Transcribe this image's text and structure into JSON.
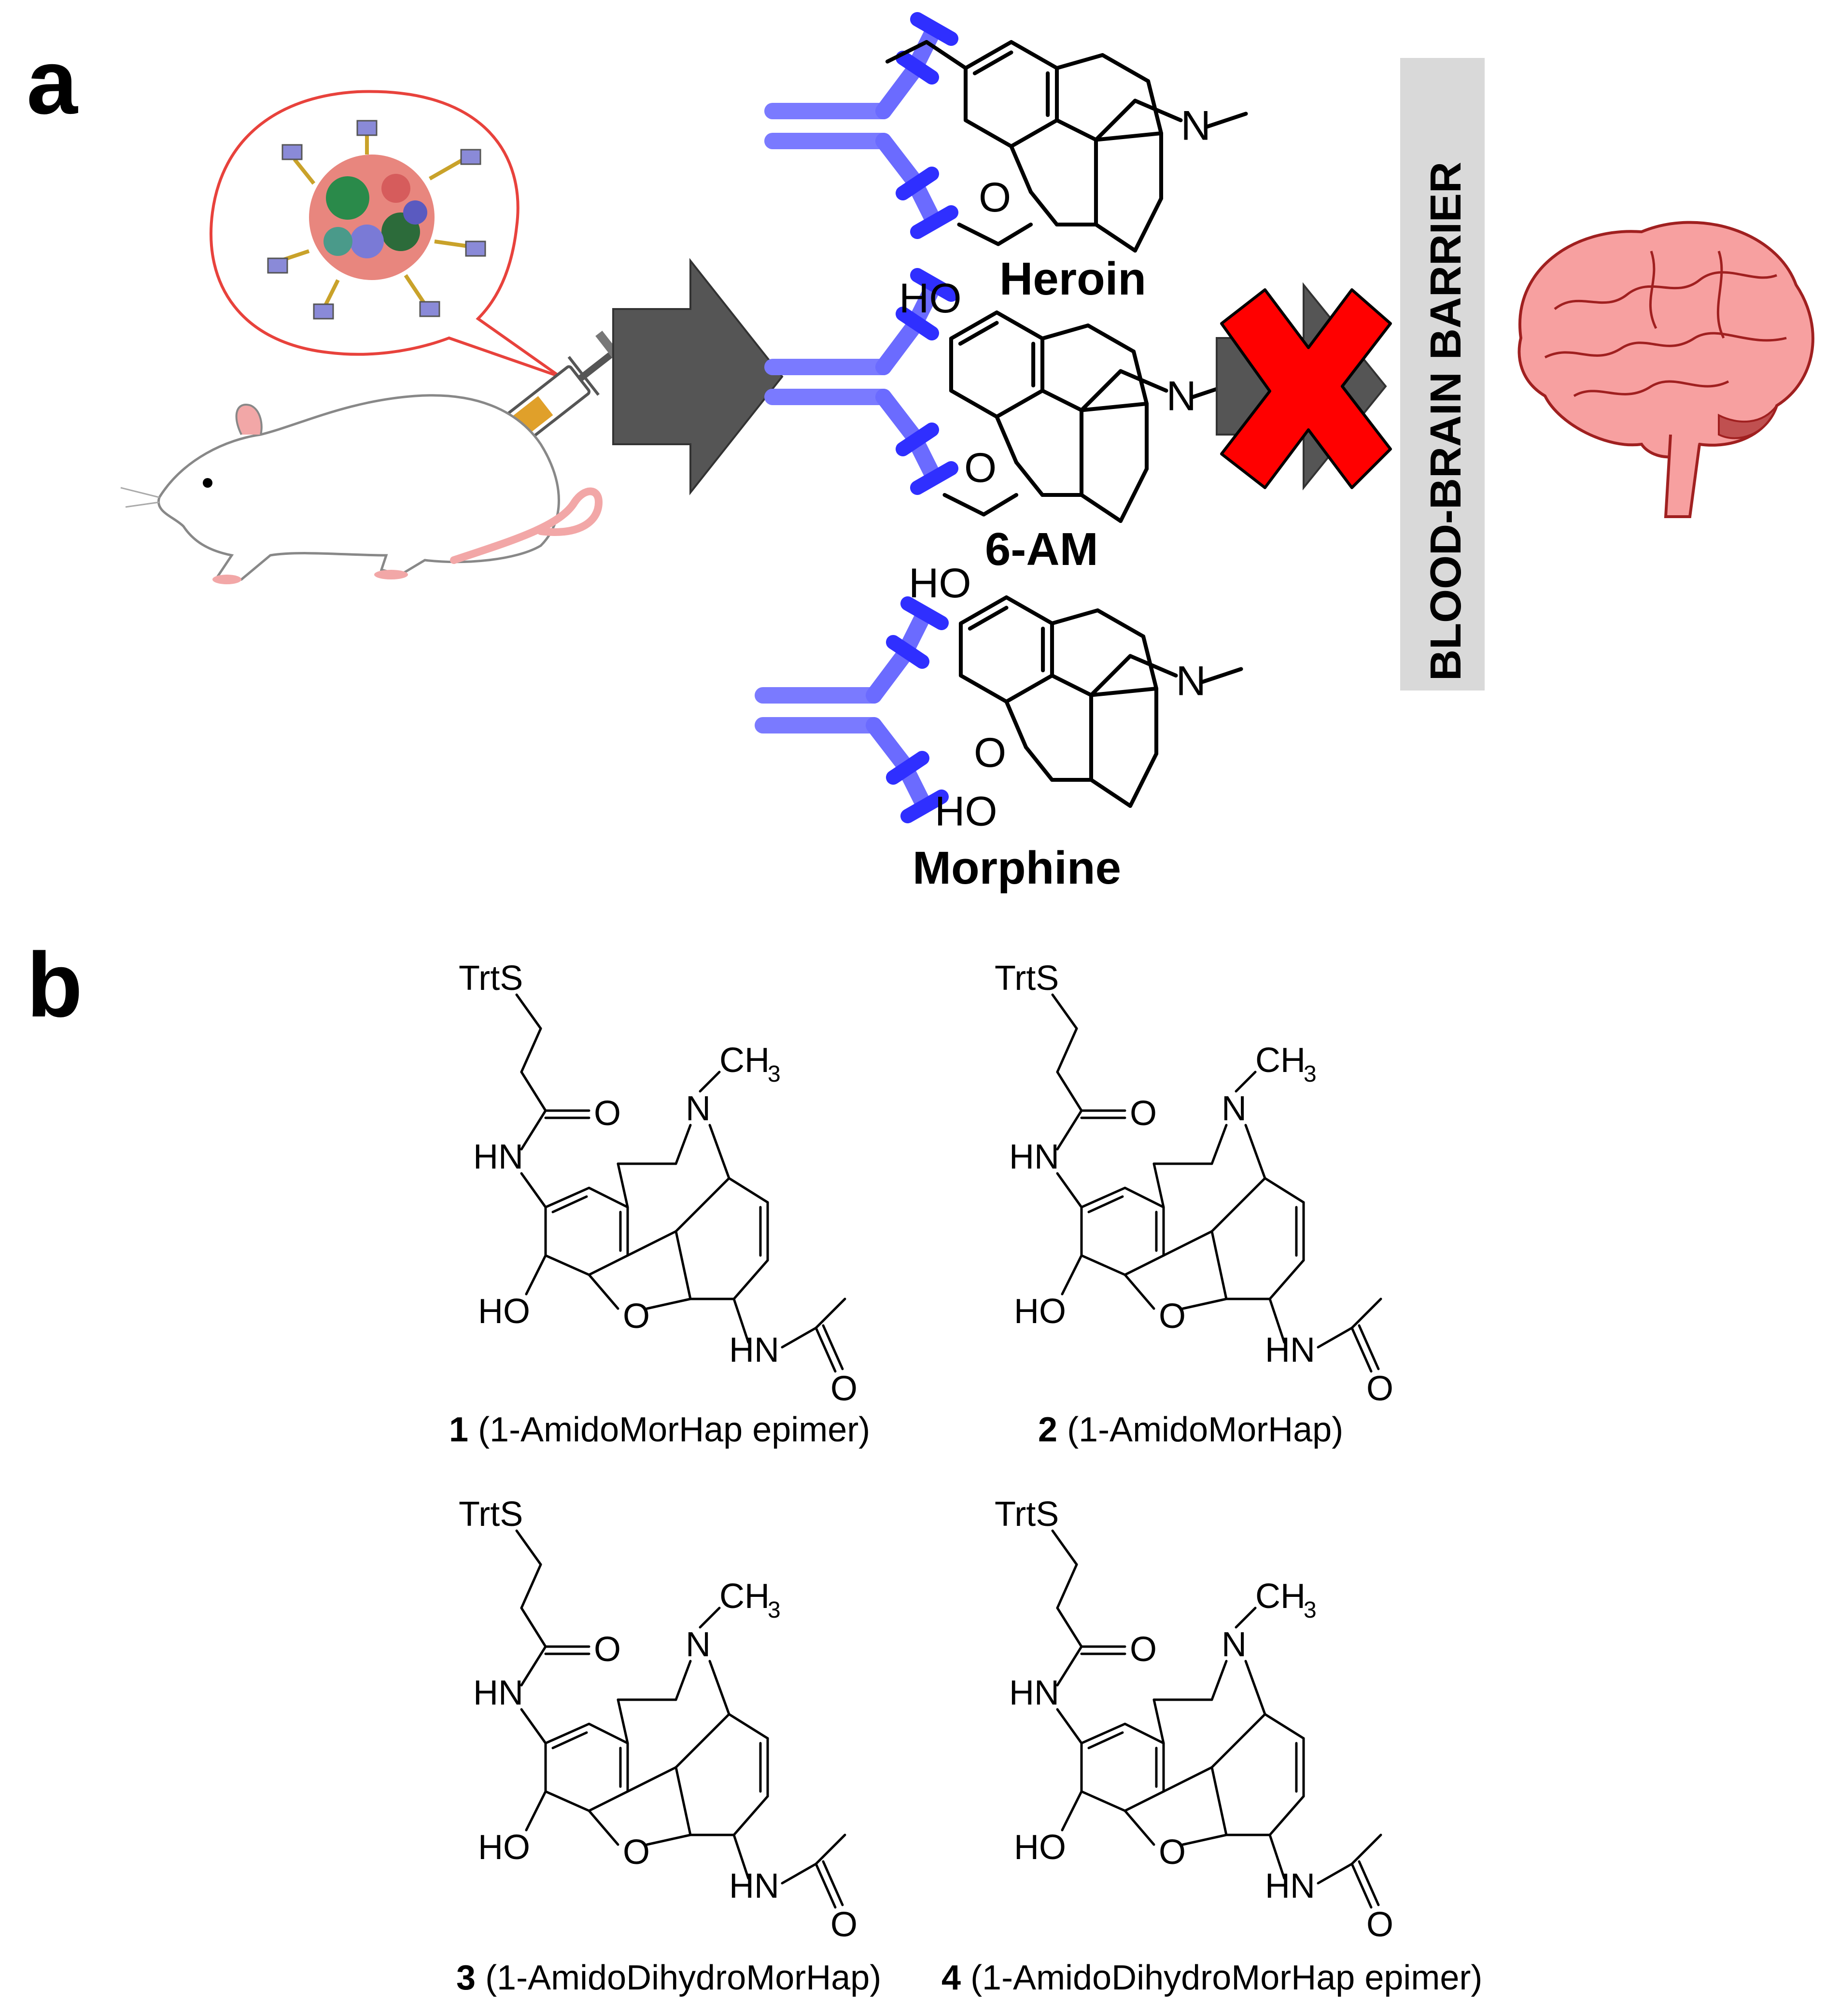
{
  "panels": {
    "a": {
      "label": "a",
      "molecules": [
        {
          "name": "Heroin"
        },
        {
          "name": "6-AM"
        },
        {
          "name": "Morphine"
        }
      ],
      "barrier": "BLOOD-BRAIN BARRIER",
      "atoms": {
        "ho": "HO",
        "o": "O",
        "n": "N"
      }
    },
    "b": {
      "label": "b",
      "atoms": {
        "trts": "TrtS",
        "ch3": "CH",
        "ch3_sub": "3",
        "n": "N",
        "o": "O",
        "hn": "HN",
        "ho": "HO"
      },
      "compounds": [
        {
          "number": "1",
          "name": "(1-AmidoMorHap epimer)"
        },
        {
          "number": "2",
          "name": "(1-AmidoMorHap)"
        },
        {
          "number": "3",
          "name": "(1-AmidoDihydroMorHap)"
        },
        {
          "number": "4",
          "name": "(1-AmidoDihydroMorHap epimer)"
        }
      ]
    }
  },
  "colors": {
    "antibody": "#7a7aff",
    "antibody_dark": "#3d3dff",
    "arrow": "#555555",
    "cross": "#ff0000",
    "barrier_bg": "#d9d9d9",
    "brain": "#f7a0a0",
    "rat_fill": "#ffffff",
    "rat_pink": "#f2a7a7",
    "bubble": "#e8423c",
    "syringe_fill": "#e0a02a"
  }
}
